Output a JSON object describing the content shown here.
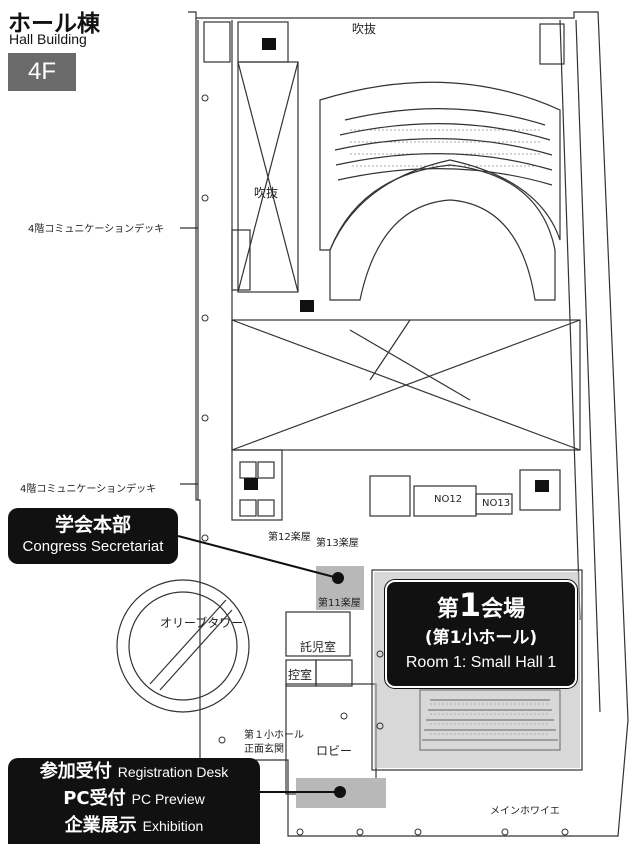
{
  "header": {
    "building_ja": "ホール棟",
    "building_en": "Hall Building",
    "floor": "4F"
  },
  "callouts": {
    "secretariat": {
      "ja": "学会本部",
      "en": "Congress Secretariat"
    },
    "room1": {
      "line1_pre": "第",
      "line1_num": "1",
      "line1_post": "会場",
      "line2": "(第1小ホール)",
      "line3": "Room 1: Small Hall 1"
    },
    "registration": {
      "row1_ja": "参加受付",
      "row1_en": "Registration Desk",
      "row2_ja": "PC受付",
      "row2_en": "PC Preview",
      "row3_ja": "企業展示",
      "row3_en": "Exhibition"
    }
  },
  "map_labels": {
    "fukinuke_top": "吹抜",
    "fukinuke_left": "吹抜",
    "deck_upper": "4階コミュニケーションデッキ",
    "deck_lower": "4階コミュニケーションデッキ",
    "no12": "NO12",
    "no13": "NO13",
    "dressing12": "第12楽屋",
    "dressing13": "第13楽屋",
    "dressing11": "第11楽屋",
    "olive_tower": "オリーブタワー",
    "nursery": "託児室",
    "waiting": "控室",
    "hall_entrance_1": "第１小ホール",
    "hall_entrance_2": "正面玄関",
    "lobby": "ロビー",
    "main_foyer": "メインホワイエ"
  },
  "colors": {
    "callout_bg": "#111111",
    "badge_bg": "#6b6b6b",
    "highlight": "#b8b8b8",
    "line": "#333333"
  }
}
